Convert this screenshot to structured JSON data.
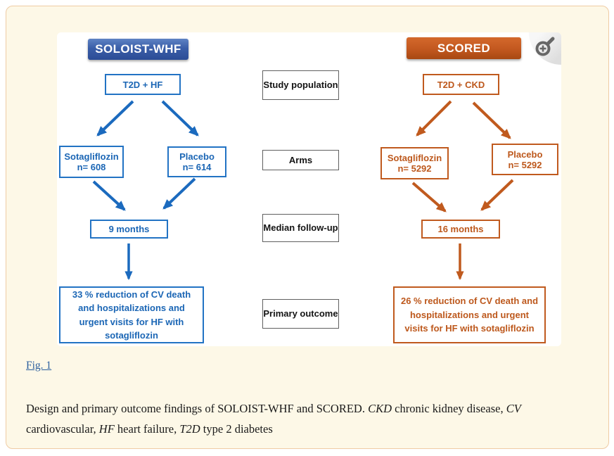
{
  "colors": {
    "card_background": "#FDF8E7",
    "card_border": "#EFCBA4",
    "blue_accent": "#1B66B5",
    "blue_header_top": "#5E83C4",
    "blue_header_bottom": "#2B4C96",
    "orange_accent": "#BD581C",
    "orange_header_top": "#D4692C",
    "orange_header_bottom": "#A84812",
    "gray_box_border": "#606060",
    "link_blue": "#2B5F9E"
  },
  "row_labels": {
    "population": "Study population",
    "arms": "Arms",
    "followup": "Median follow-up",
    "outcome": "Primary outcome"
  },
  "left_trial": {
    "title": "SOLOIST-WHF",
    "population": "T2D + HF",
    "arm1": {
      "line1": "Sotagliflozin",
      "line2": "n= 608"
    },
    "arm2": {
      "line1": "Placebo",
      "line2": "n= 614"
    },
    "followup": "9 months",
    "outcome": "33 % reduction of CV death and hospitalizations and urgent visits for HF with sotagliflozin"
  },
  "right_trial": {
    "title": "SCORED",
    "population": "T2D + CKD",
    "arm1": {
      "line1": "Sotagliflozin",
      "line2": "n= 5292"
    },
    "arm2": {
      "line1": "Placebo",
      "line2": "n= 5292"
    },
    "followup": "16 months",
    "outcome": "26 % reduction of CV death and hospitalizations and urgent visits for HF with sotagliflozin"
  },
  "icons": {
    "zoom": "zoom-in-magnifier"
  },
  "caption": {
    "link": "Fig. 1",
    "parts": [
      "Design and primary outcome findings of SOLOIST-WHF and SCORED. ",
      "CKD",
      " chronic kidney disease, ",
      "CV",
      " cardiovascular, ",
      "HF",
      " heart failure, ",
      "T2D",
      " type 2 diabetes"
    ]
  }
}
